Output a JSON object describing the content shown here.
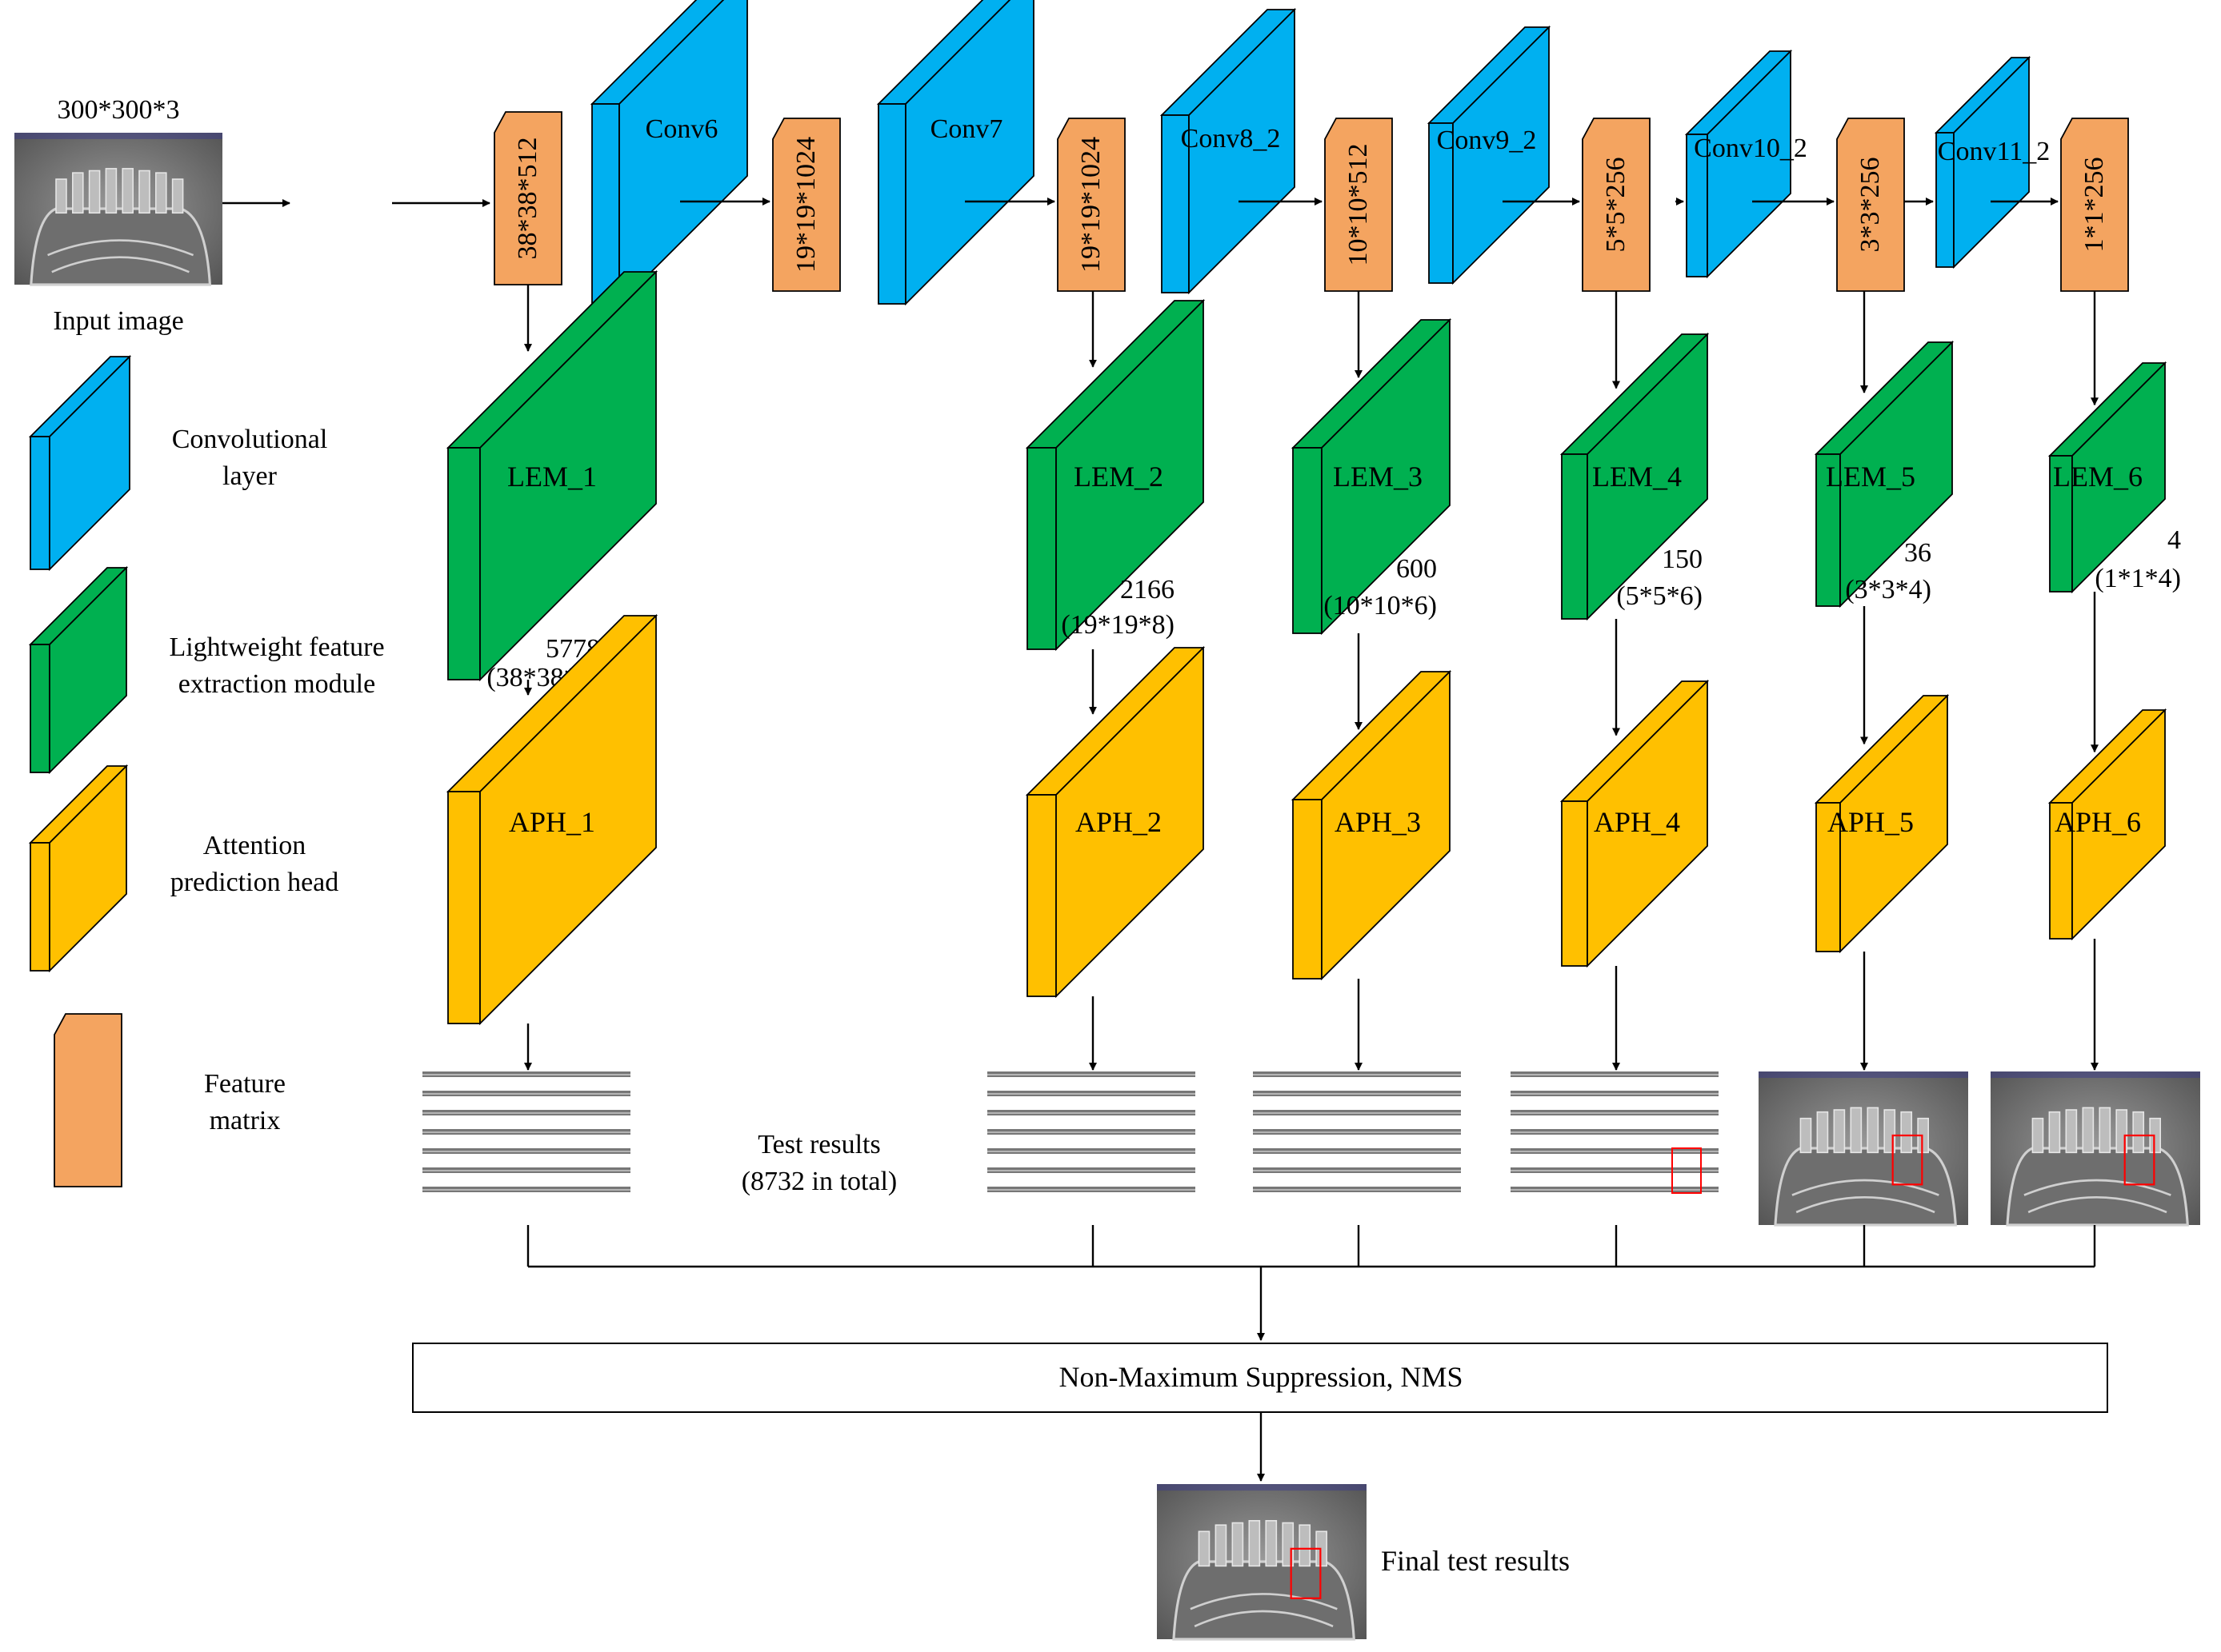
{
  "input": {
    "size_label": "300*300*3",
    "caption": "Input image"
  },
  "conv_layers": [
    {
      "label": "Conv6"
    },
    {
      "label": "Conv7"
    },
    {
      "label": "Conv8_2"
    },
    {
      "label": "Conv9_2"
    },
    {
      "label": "Conv10_2"
    },
    {
      "label": "Conv11_2"
    }
  ],
  "feature_matrices": [
    {
      "label": "38*38*512"
    },
    {
      "label": "19*19*1024"
    },
    {
      "label": "19*19*1024"
    },
    {
      "label": "10*10*512"
    },
    {
      "label": "5*5*256"
    },
    {
      "label": "3*3*256"
    },
    {
      "label": "1*1*256"
    }
  ],
  "lem_modules": [
    {
      "label": "LEM_1",
      "count": "5778",
      "shape": "(38*38*4)"
    },
    {
      "label": "LEM_2",
      "count": "2166",
      "shape": "(19*19*8)"
    },
    {
      "label": "LEM_3",
      "count": "600",
      "shape": "(10*10*6)"
    },
    {
      "label": "LEM_4",
      "count": "150",
      "shape": "(5*5*6)"
    },
    {
      "label": "LEM_5",
      "count": "36",
      "shape": "(3*3*4)"
    },
    {
      "label": "LEM_6",
      "count": "4",
      "shape": "(1*1*4)"
    }
  ],
  "aph_heads": [
    {
      "label": "APH_1"
    },
    {
      "label": "APH_2"
    },
    {
      "label": "APH_3"
    },
    {
      "label": "APH_4"
    },
    {
      "label": "APH_5"
    },
    {
      "label": "APH_6"
    }
  ],
  "legend": {
    "conv": {
      "line1": "Convolutional",
      "line2": "layer"
    },
    "lem": {
      "line1": "Lightweight feature",
      "line2": "extraction module"
    },
    "aph": {
      "line1": "Attention",
      "line2": "prediction head"
    },
    "fm": {
      "line1": "Feature",
      "line2": "matrix"
    }
  },
  "test_results": {
    "line1": "Test results",
    "line2": "(8732 in total)"
  },
  "nms": {
    "label": "Non-Maximum Suppression, NMS"
  },
  "final": {
    "label": "Final test results"
  },
  "colors": {
    "conv": "#00b0f0",
    "lem": "#00b050",
    "aph": "#ffc000",
    "feature": "#f4a460",
    "detection_box": "#ff0000",
    "line": "#000000"
  }
}
